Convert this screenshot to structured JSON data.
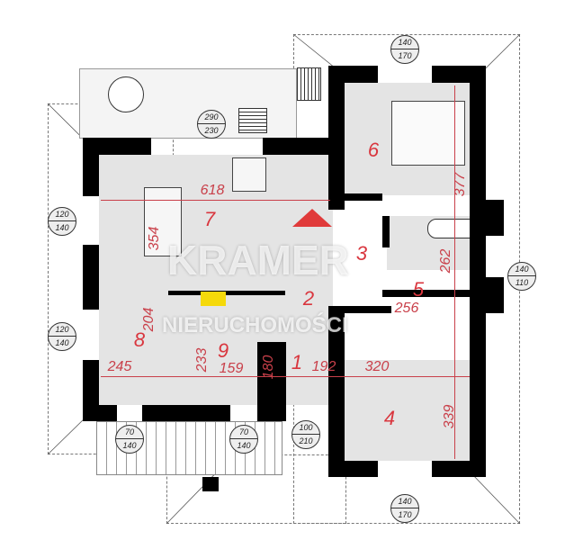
{
  "rooms": {
    "r1": "1",
    "r2": "2",
    "r3": "3",
    "r4": "4",
    "r5": "5",
    "r6": "6",
    "r7": "7",
    "r8": "8",
    "r9": "9"
  },
  "dimensions": {
    "d618": "618",
    "d354": "354",
    "d377": "377",
    "d262": "262",
    "d256": "256",
    "d320": "320",
    "d339": "339",
    "d245": "245",
    "d233": "233",
    "d159": "159",
    "d180": "180",
    "d192": "192",
    "d204": "204"
  },
  "openings": [
    {
      "w": "290",
      "h": "230"
    },
    {
      "w": "120",
      "h": "140"
    },
    {
      "w": "120",
      "h": "140"
    },
    {
      "w": "140",
      "h": "170"
    },
    {
      "w": "140",
      "h": "110"
    },
    {
      "w": "140",
      "h": "170"
    },
    {
      "w": "70",
      "h": "140"
    },
    {
      "w": "70",
      "h": "140"
    },
    {
      "w": "100",
      "h": "210"
    }
  ],
  "watermark": {
    "brand": "KRAMER",
    "sub": "NIERUCHOMOŚCI"
  },
  "colors": {
    "wall": "#000000",
    "floor": "#e4e4e4",
    "label": "#d9363e",
    "logo": "#e03a3a"
  }
}
